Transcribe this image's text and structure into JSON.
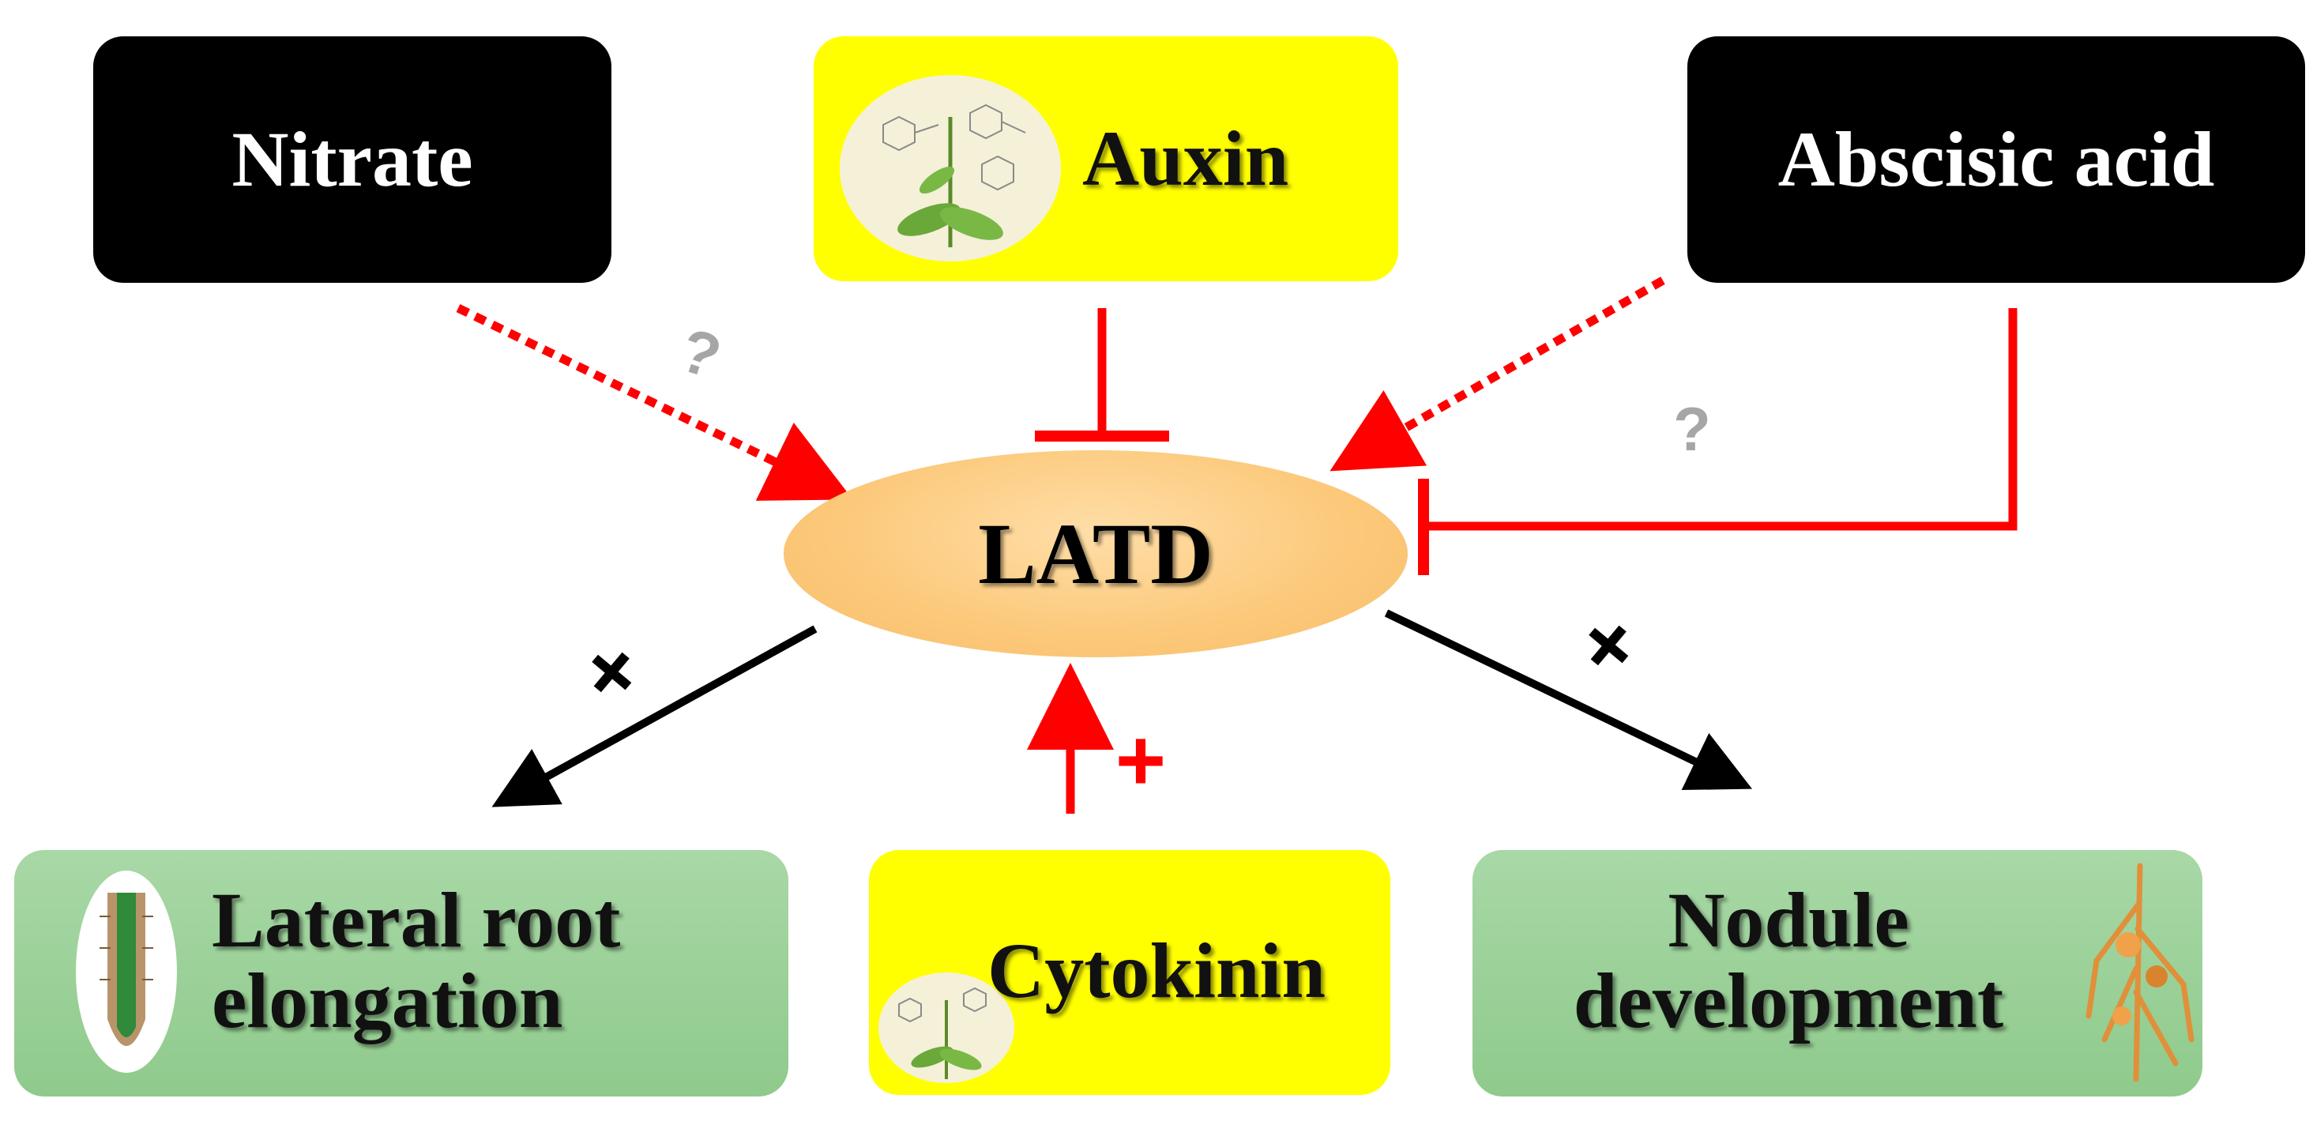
{
  "nodes": {
    "nitrate": "Nitrate",
    "auxin": "Auxin",
    "abscisic_acid": "Abscisic acid",
    "latd": "LATD",
    "lateral_root": "Lateral root elongation",
    "cytokinin": "Cytokinin",
    "nodule": "Nodule development"
  },
  "edges": {
    "unknown_mark": "?",
    "positive_mark": "+",
    "positive_mark_black": "+"
  },
  "colors": {
    "inhibition": "#ff0000",
    "promotion_black": "#000000",
    "unknown_mark": "#a6a6a6",
    "hormone_box": "#ffff00",
    "signal_box": "#000000",
    "outcome_box": "#9fd39c",
    "latd_ellipse": "#fcc879"
  },
  "icons": {
    "auxin_icon": "plant-structure-icon",
    "cytokinin_icon": "plant-structure-icon",
    "root_icon": "root-tip-icon",
    "nodule_icon": "nodule-root-icon"
  }
}
